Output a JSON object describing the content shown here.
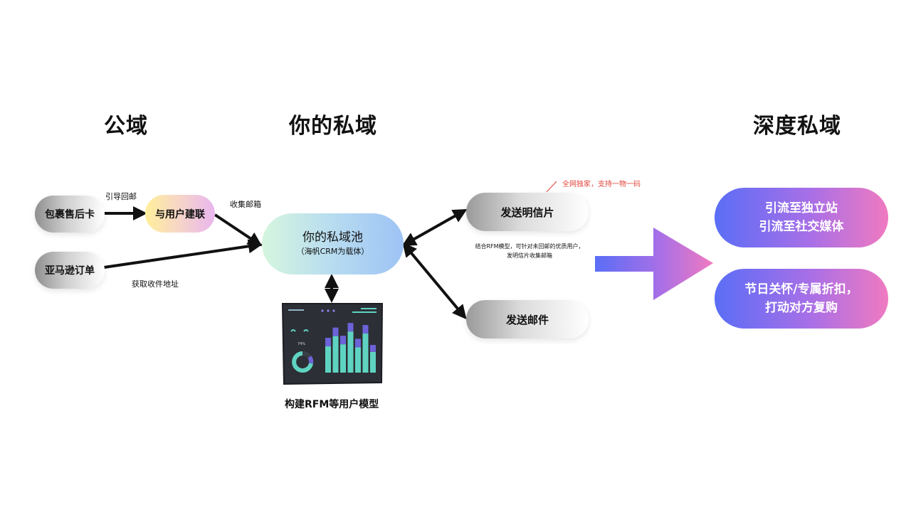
{
  "titles": {
    "public": "公域",
    "private": "你的私域",
    "deep": "深度私域"
  },
  "public_nodes": {
    "package_card": "包裹售后卡",
    "amazon_order": "亚马逊订单",
    "connect_user": "与用户建联"
  },
  "edge_labels": {
    "guide_mail": "引导回邮",
    "collect_email": "收集邮箱",
    "get_address": "获取收件地址"
  },
  "pool": {
    "title": "你的私域池",
    "subtitle": "（海帆CRM为载体）"
  },
  "model_caption": "构建RFM等用户模型",
  "dashboard": {
    "gauge_label": "74%",
    "bar_values": [
      0.68,
      0.88,
      0.72,
      0.97,
      0.66,
      0.93,
      0.54
    ],
    "colors": {
      "teal": "#5fd3c1",
      "purple": "#6c63d8",
      "panel": "#2c2f36"
    }
  },
  "actions": {
    "postcard": "发送明信片",
    "email": "发送邮件",
    "red_note": "全网独家，支持一物一码",
    "rfm_note_line1": "结合RFM模型，可针对未回邮的优质用户，",
    "rfm_note_line2": "发明信片收集邮箱"
  },
  "deep_nodes": {
    "first": {
      "line1": "引流至独立站",
      "line2": "引流至社交媒体"
    },
    "second": {
      "line1": "节日关怀/专属折扣，",
      "line2": "打动对方复购"
    }
  },
  "colors": {
    "accent_red": "#e0453a",
    "gradient_start": "#5a6ef6",
    "gradient_end": "#f07ac0"
  }
}
